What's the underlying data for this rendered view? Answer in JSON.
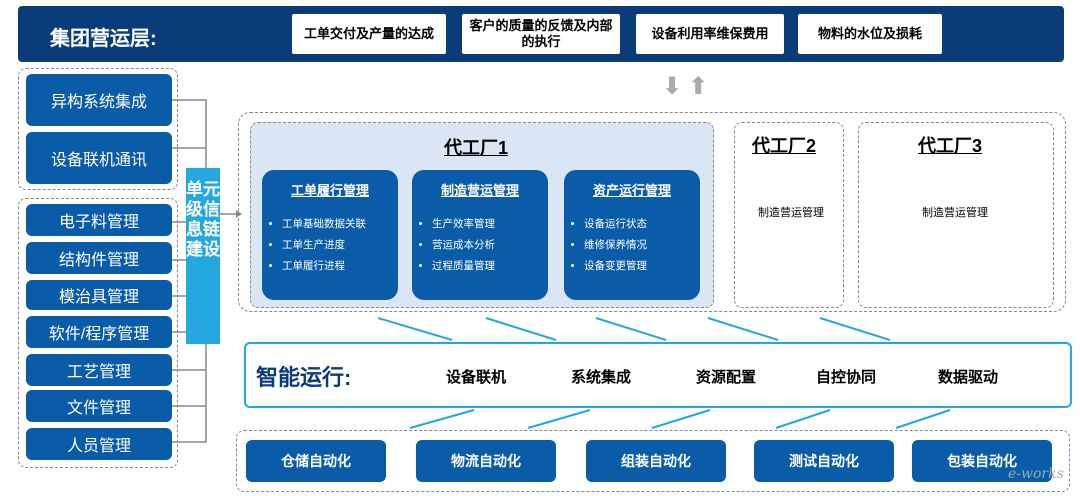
{
  "header": {
    "title": "集团营运层:",
    "boxes": [
      "工单交付及产量的达成",
      "客户的质量的反馈及内部的执行",
      "设备利用率维保费用",
      "物料的水位及损耗"
    ]
  },
  "arrows": "⬇⬆",
  "left_top": [
    "异构系统集成",
    "设备联机通讯"
  ],
  "left_bottom": [
    "电子料管理",
    "结构件管理",
    "模治具管理",
    "软件/程序管理",
    "工艺管理",
    "文件管理",
    "人员管理"
  ],
  "vertical_label": "单元级信息链建设",
  "factory1": {
    "title": "代工厂1",
    "cards": [
      {
        "title": "工单履行管理",
        "items": [
          "工单基础数据关联",
          "工单生产进度",
          "工单履行进程"
        ]
      },
      {
        "title": "制造营运管理",
        "items": [
          "生产效率管理",
          "营运成本分析",
          "过程质量管理"
        ]
      },
      {
        "title": "资产运行管理",
        "items": [
          "设备运行状态",
          "维修保养情况",
          "设备变更管理"
        ]
      }
    ]
  },
  "factory2": {
    "title": "代工厂2",
    "sub": "制造营运管理"
  },
  "factory3": {
    "title": "代工厂3",
    "sub": "制造营运管理"
  },
  "smart": {
    "title": "智能运行:",
    "steps": [
      "设备联机",
      "系统集成",
      "资源配置",
      "自控协同",
      "数据驱动"
    ]
  },
  "automation": [
    "仓储自动化",
    "物流自动化",
    "组装自动化",
    "测试自动化",
    "包装自动化"
  ],
  "watermark": "e-works",
  "colors": {
    "navy": "#0b3c7a",
    "blue": "#0b5ca8",
    "cyan": "#25a7df",
    "light": "#dbe6f4"
  }
}
